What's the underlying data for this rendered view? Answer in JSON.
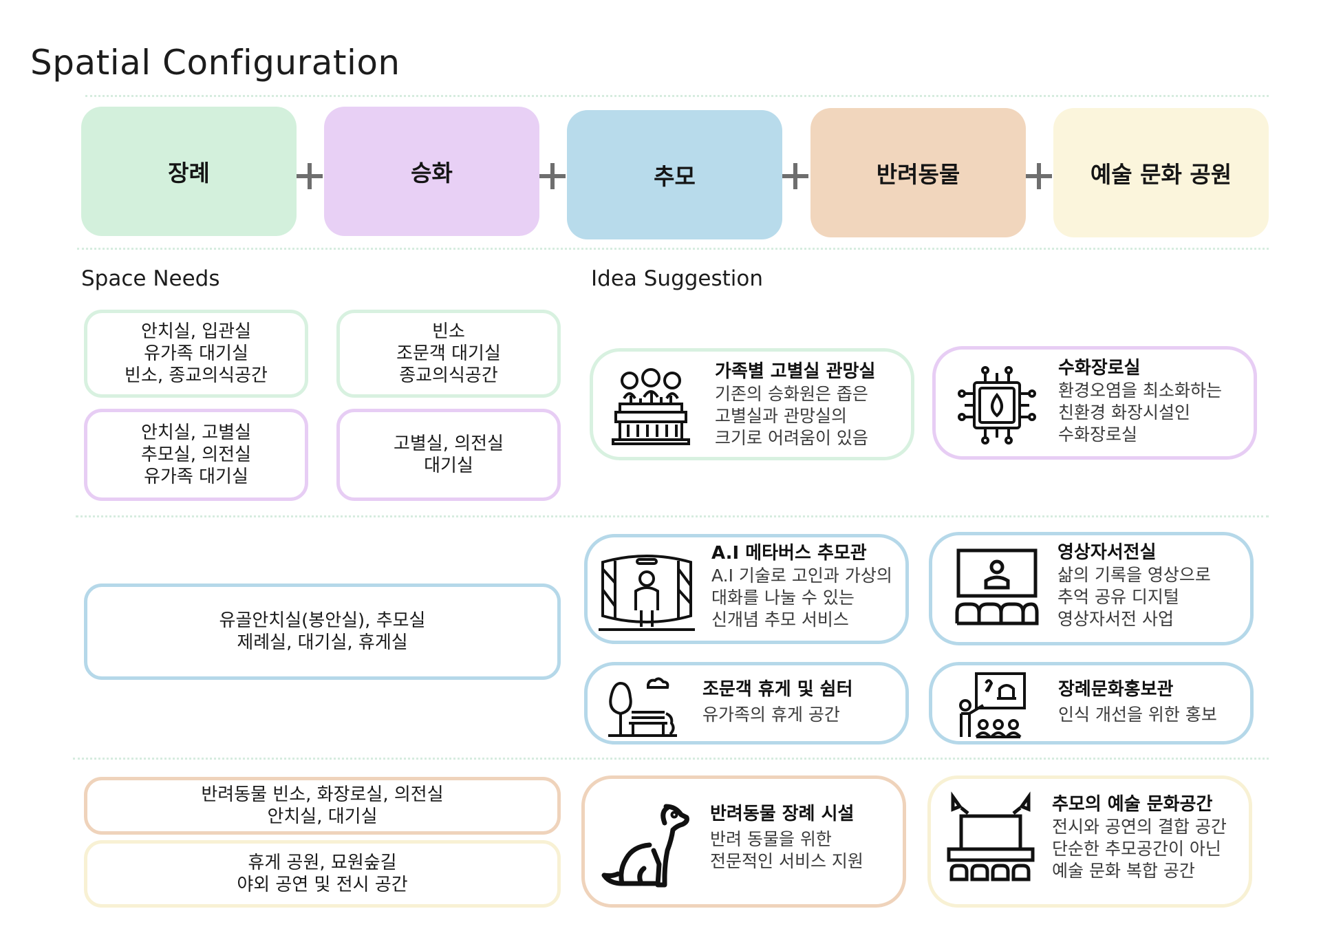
{
  "title": "Spatial Configuration",
  "colors": {
    "green": "#d3f0dc",
    "purple": "#e8d0f5",
    "blue": "#b8dbeb",
    "orange": "#f1d6bd",
    "yellow": "#fbf5dc",
    "green_border": "#d8f1e0",
    "purple_border": "#e7cdf4",
    "blue_border": "#b5d8e9",
    "orange_border": "#efd3bb",
    "yellow_border": "#f8f1d4"
  },
  "categories": [
    {
      "label": "장례",
      "color": "#d3f0dc"
    },
    {
      "label": "승화",
      "color": "#e8d0f5"
    },
    {
      "label": "추모",
      "color": "#b8dbeb"
    },
    {
      "label": "반려동물",
      "color": "#f1d6bd"
    },
    {
      "label": "예술 문화 공원",
      "color": "#fbf5dc"
    }
  ],
  "sections": {
    "needs": "Space Needs",
    "ideas": "Idea Suggestion"
  },
  "needs": [
    {
      "text": "안치실, 입관실\n유가족 대기실\n빈소, 종교의식공간"
    },
    {
      "text": "빈소\n조문객 대기실\n종교의식공간"
    },
    {
      "text": "안치실, 고별실\n추모실, 의전실\n유가족 대기실"
    },
    {
      "text": "고별실, 의전실\n대기실"
    },
    {
      "text": "유골안치실(봉안실), 추모실\n제례실, 대기실, 휴게실"
    },
    {
      "text": "반려동물 빈소, 화장로실, 의전실\n안치실, 대기실"
    },
    {
      "text": "휴게 공원, 묘원숲길\n야외 공연 및 전시 공간"
    }
  ],
  "ideas": [
    {
      "title": "가족별 고별실 관망실",
      "desc": "기존의 승화원은 좁은\n고별실과 관망실의\n크기로 어려움이 있음",
      "icon": "family-viewing-icon"
    },
    {
      "title": "수화장로실",
      "desc": "환경오염을 최소화하는\n친환경 화장시설인\n수화장로실",
      "icon": "water-chip-icon"
    },
    {
      "title": "A.I 메타버스 추모관",
      "desc": "A.I 기술로 고인과 가상의\n대화를 나눌 수 있는\n신개념 추모 서비스",
      "icon": "metaverse-icon"
    },
    {
      "title": "영상자서전실",
      "desc": "삶의 기록을 영상으로\n추억 공유 디지털\n영상자서전 사업",
      "icon": "video-theater-icon"
    },
    {
      "title": "조문객 휴게 및 쉼터",
      "desc": "유가족의 휴게 공간",
      "icon": "park-bench-icon"
    },
    {
      "title": "장례문화홍보관",
      "desc": "인식 개선을 위한 홍보",
      "icon": "presentation-icon"
    },
    {
      "title": "반려동물 장례 시설",
      "desc": "반려 동물을 위한\n전문적인 서비스 지원",
      "icon": "dog-icon"
    },
    {
      "title": "추모의 예술 문화공간",
      "desc": "전시와 공연의 결합 공간\n단순한 추모공간이 아닌\n예술 문화 복합 공간",
      "icon": "stage-icon"
    }
  ]
}
